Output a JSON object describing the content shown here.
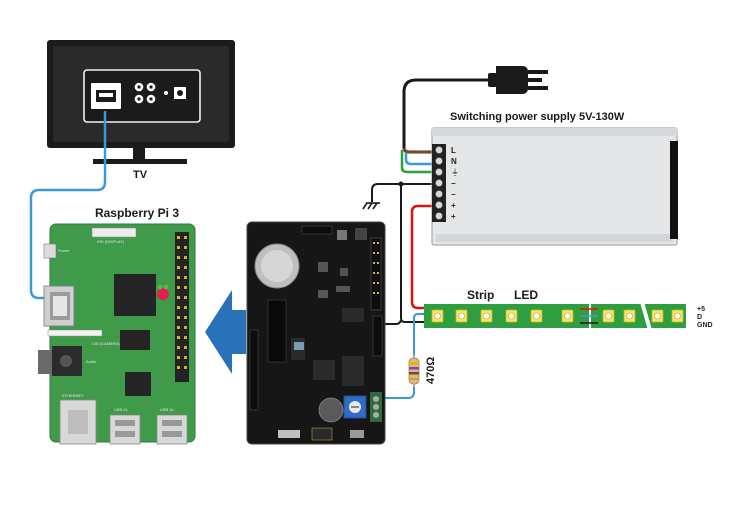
{
  "labels": {
    "tv": "TV",
    "raspberry_pi": "Raspberry Pi 3",
    "power_supply": "Switching power supply 5V-130W",
    "strip": "Strip",
    "led": "LED",
    "resistor": "470Ω",
    "psu_terminals": [
      "L",
      "N",
      "⏚",
      "−",
      "−",
      "+",
      "+"
    ],
    "strip_pins": [
      "+5",
      "D",
      "GND"
    ]
  },
  "colors": {
    "wire_blue": "#3a9ad9",
    "wire_red": "#e01010",
    "wire_black": "#1a1a1a",
    "wire_brown": "#7a4a1e",
    "wire_green": "#2e9e3e",
    "pcb_green": "#3f9a4a",
    "arrow_blue": "#2a72b8",
    "led_yellow": "#f5e56a"
  }
}
